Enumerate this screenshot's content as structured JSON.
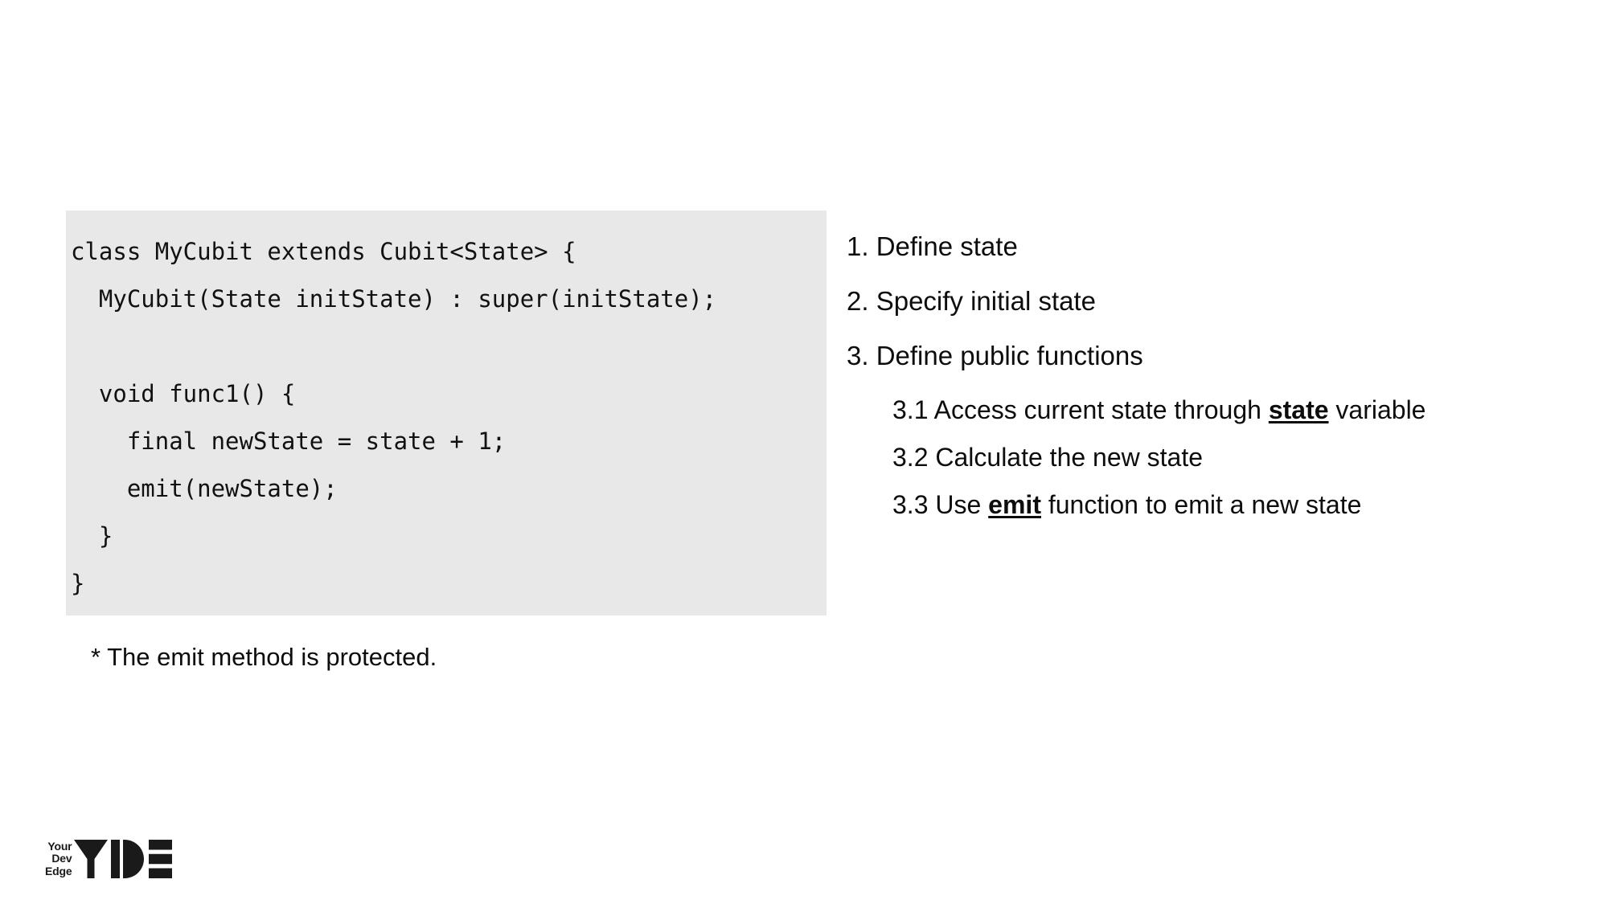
{
  "slide": {
    "background_color": "#ffffff",
    "text_color": "#0d0d0d"
  },
  "code_card": {
    "background_color": "#e8e8e8",
    "language": "dart",
    "lines": [
      "class MyCubit extends Cubit<State> {",
      "  MyCubit(State initState) : super(initState);",
      "",
      "  void func1() {",
      "    final newState = state + 1;",
      "    emit(newState);",
      "  }",
      "}"
    ]
  },
  "footnote": {
    "text": "* The emit method is protected."
  },
  "steps": [
    {
      "num": "1. ",
      "text": "Define state",
      "level": "top"
    },
    {
      "num": "2. ",
      "text": "Specify initial state",
      "level": "top"
    },
    {
      "num": "3. ",
      "text": "Define public functions",
      "level": "top"
    },
    {
      "num": "3.1 ",
      "pre": "Access current state through ",
      "kw": "state",
      "post": " variable",
      "level": "sub"
    },
    {
      "num": "3.2 ",
      "text": "Calculate the new state",
      "level": "sub"
    },
    {
      "num": "3.3 ",
      "pre": "Use ",
      "kw": "emit",
      "post": " function to emit a new state",
      "level": "sub"
    }
  ],
  "logo": {
    "line1": "Your",
    "line2": "Dev",
    "line3": "Edge",
    "wordmark": "YDE",
    "color": "#1a1a1a"
  }
}
